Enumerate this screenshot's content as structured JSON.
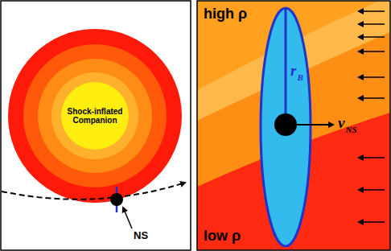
{
  "diagram": {
    "nodes": [
      {
        "text": [
          "Shock-inflated Companion"
        ]
      }
    ],
    "labels": [
      "high ρ",
      "low ρ",
      "r",
      "B",
      "v",
      "NS",
      "NS"
    ]
  }
}
